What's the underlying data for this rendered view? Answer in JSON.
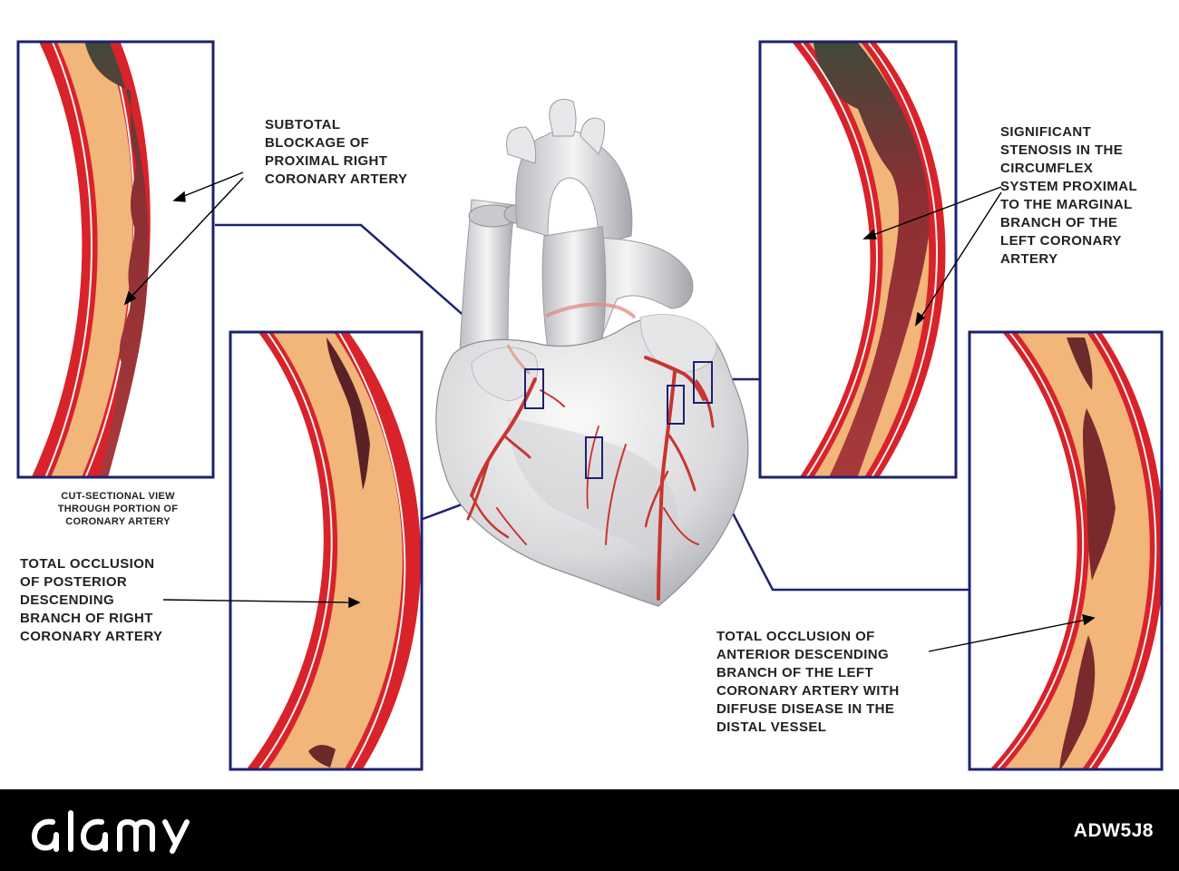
{
  "labels": {
    "subtotal": [
      "SUBTOTAL",
      "BLOCKAGE OF",
      "PROXIMAL RIGHT",
      "CORONARY ARTERY"
    ],
    "cut_section": [
      "CUT-SECTIONAL VIEW",
      "THROUGH PORTION OF",
      "CORONARY ARTERY"
    ],
    "posterior": [
      "TOTAL OCCLUSION",
      "OF POSTERIOR",
      "DESCENDING",
      "BRANCH OF RIGHT",
      "CORONARY ARTERY"
    ],
    "circumflex": [
      "SIGNIFICANT",
      "STENOSIS IN THE",
      "CIRCUMFLEX",
      "SYSTEM PROXIMAL",
      "TO THE MARGINAL",
      "BRANCH OF THE",
      "LEFT CORONARY",
      "ARTERY"
    ],
    "anterior": [
      "TOTAL OCCLUSION OF",
      "ANTERIOR DESCENDING",
      "BRANCH OF THE LEFT",
      "CORONARY ARTERY WITH",
      "DIFFUSE DISEASE IN THE",
      "DISTAL VESSEL"
    ]
  },
  "footer": {
    "stock_id": "ADW5J8",
    "logo_name": "alamy-logo"
  },
  "colors": {
    "frame": "#1c2270",
    "artery_wall": "#d8232a",
    "plaque": "#f2b57a",
    "lumen": "#7a2a2a",
    "heart_gray": "#dcdcde",
    "vessel": "#c8352f",
    "footer_bg": "#000000"
  }
}
